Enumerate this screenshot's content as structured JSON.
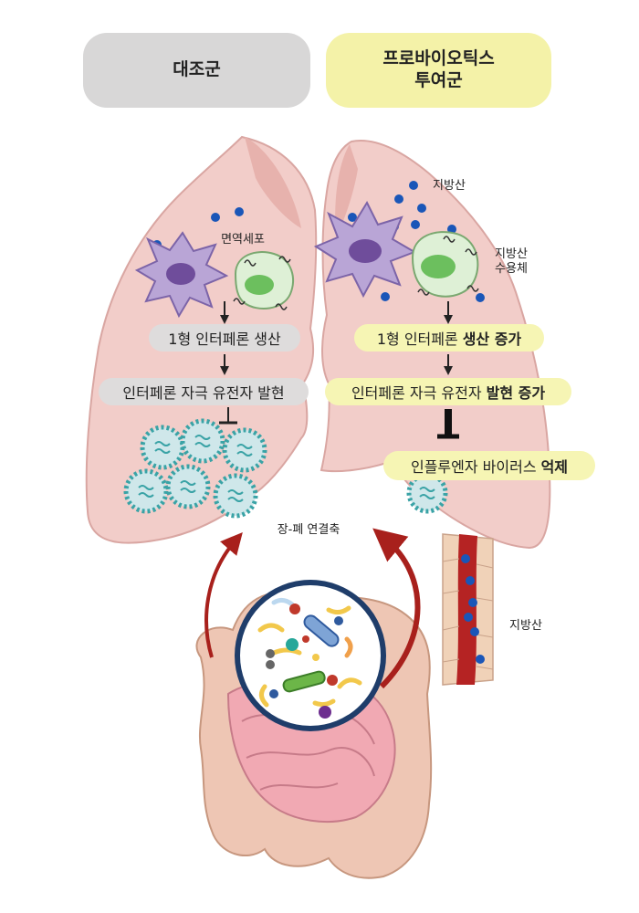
{
  "groups": {
    "control": {
      "title": "대조군"
    },
    "probiotics": {
      "title_line1": "프로바이오틱스",
      "title_line2": "투여군"
    }
  },
  "control_panel": {
    "immune_cell_label": "면역세포",
    "step1": "1형 인터페론 생산",
    "step2": "인터페론 자극 유전자 발현"
  },
  "probiotics_panel": {
    "fatty_acid_label": "지방산",
    "receptor_label_line1": "지방산",
    "receptor_label_line2": "수용체",
    "step1_plain": "1형 인터페론",
    "step1_bold": "생산 증가",
    "step2_plain": "인터페론 자극 유전자",
    "step2_bold": "발현 증가",
    "step3_plain": "인플루엔자 바이러스",
    "step3_bold": "억제"
  },
  "gut": {
    "axis_label": "장-폐 연결축",
    "vessel_label": "지방산"
  },
  "colors": {
    "lung_fill": "#f2cdc9",
    "lung_stroke": "#d9a6a2",
    "control_header": "#d8d7d7",
    "probiotics_header": "#f4f2a8",
    "fatty_acid_dot": "#1a56b8",
    "arrow_red": "#a8201c",
    "virus": "#3aa3a6"
  }
}
